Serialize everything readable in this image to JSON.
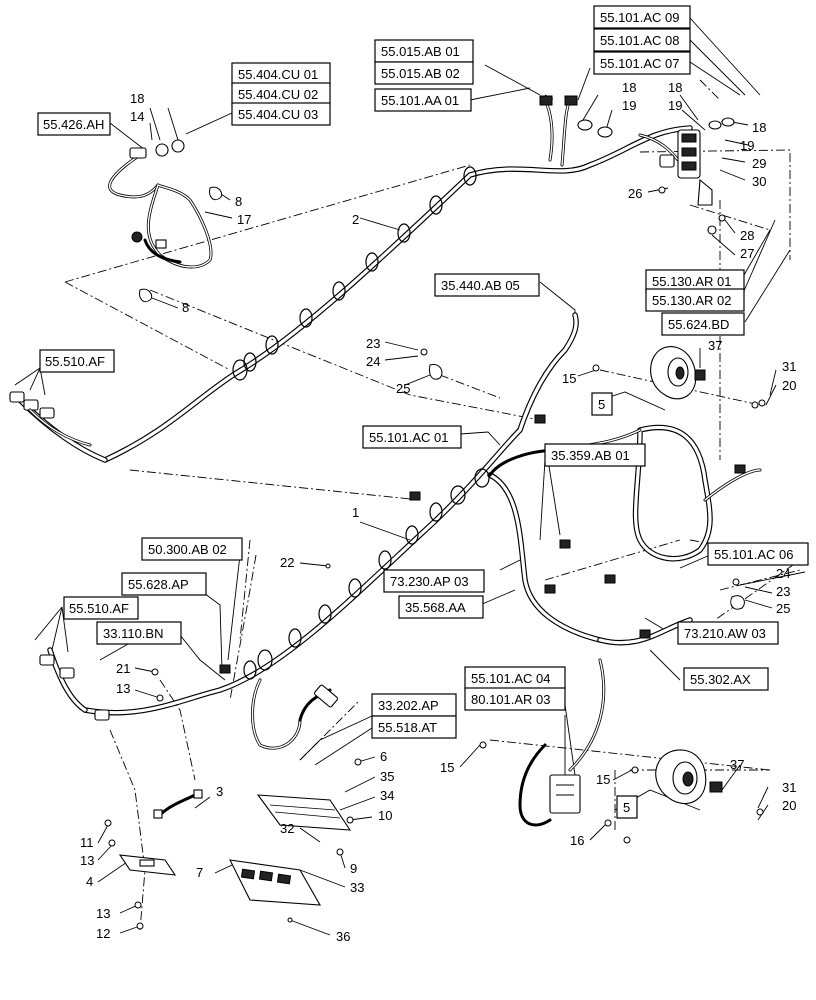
{
  "reference_boxes": [
    {
      "id": "r1",
      "text": "55.101.AC 09"
    },
    {
      "id": "r2",
      "text": "55.101.AC 08"
    },
    {
      "id": "r3",
      "text": "55.101.AC 07"
    },
    {
      "id": "r4",
      "text": "55.015.AB 01"
    },
    {
      "id": "r5",
      "text": "55.015.AB 02"
    },
    {
      "id": "r6",
      "text": "55.101.AA 01"
    },
    {
      "id": "r7",
      "text": "55.404.CU 01"
    },
    {
      "id": "r8",
      "text": "55.404.CU 02"
    },
    {
      "id": "r9",
      "text": "55.404.CU 03"
    },
    {
      "id": "r10",
      "text": "55.426.AH"
    },
    {
      "id": "r11",
      "text": "55.130.AR 01"
    },
    {
      "id": "r12",
      "text": "55.130.AR 02"
    },
    {
      "id": "r13",
      "text": "55.624.BD"
    },
    {
      "id": "r14",
      "text": "35.440.AB 05"
    },
    {
      "id": "r15",
      "text": "55.510.AF"
    },
    {
      "id": "r16",
      "text": "5"
    },
    {
      "id": "r17",
      "text": "55.101.AC 01"
    },
    {
      "id": "r18",
      "text": "35.359.AB 01"
    },
    {
      "id": "r19",
      "text": "50.300.AB 02"
    },
    {
      "id": "r20",
      "text": "55.101.AC 06"
    },
    {
      "id": "r21",
      "text": "55.628.AP"
    },
    {
      "id": "r22",
      "text": "73.230.AP 03"
    },
    {
      "id": "r23",
      "text": "55.510.AF"
    },
    {
      "id": "r24",
      "text": "35.568.AA"
    },
    {
      "id": "r25",
      "text": "73.210.AW 03"
    },
    {
      "id": "r26",
      "text": "33.110.BN"
    },
    {
      "id": "r27",
      "text": "55.302.AX"
    },
    {
      "id": "r28",
      "text": "55.101.AC 04"
    },
    {
      "id": "r29",
      "text": "80.101.AR 03"
    },
    {
      "id": "r30",
      "text": "33.202.AP"
    },
    {
      "id": "r31",
      "text": "55.518.AT"
    },
    {
      "id": "r32",
      "text": "5"
    }
  ],
  "callouts": [
    {
      "id": "c1",
      "text": "18"
    },
    {
      "id": "c2",
      "text": "14"
    },
    {
      "id": "c3",
      "text": "8"
    },
    {
      "id": "c4",
      "text": "17"
    },
    {
      "id": "c5",
      "text": "8"
    },
    {
      "id": "c6",
      "text": "2"
    },
    {
      "id": "c7",
      "text": "18"
    },
    {
      "id": "c8",
      "text": "19"
    },
    {
      "id": "c9",
      "text": "18"
    },
    {
      "id": "c10",
      "text": "19"
    },
    {
      "id": "c11",
      "text": "18"
    },
    {
      "id": "c12",
      "text": "19"
    },
    {
      "id": "c13",
      "text": "29"
    },
    {
      "id": "c14",
      "text": "30"
    },
    {
      "id": "c15",
      "text": "26"
    },
    {
      "id": "c16",
      "text": "28"
    },
    {
      "id": "c17",
      "text": "27"
    },
    {
      "id": "c18",
      "text": "23"
    },
    {
      "id": "c19",
      "text": "24"
    },
    {
      "id": "c20",
      "text": "25"
    },
    {
      "id": "c21",
      "text": "37"
    },
    {
      "id": "c22",
      "text": "15"
    },
    {
      "id": "c23",
      "text": "31"
    },
    {
      "id": "c24",
      "text": "20"
    },
    {
      "id": "c25",
      "text": "1"
    },
    {
      "id": "c26",
      "text": "22"
    },
    {
      "id": "c27",
      "text": "24"
    },
    {
      "id": "c28",
      "text": "23"
    },
    {
      "id": "c29",
      "text": "25"
    },
    {
      "id": "c30",
      "text": "21"
    },
    {
      "id": "c31",
      "text": "13"
    },
    {
      "id": "c32",
      "text": "3"
    },
    {
      "id": "c33",
      "text": "6"
    },
    {
      "id": "c34",
      "text": "35"
    },
    {
      "id": "c35",
      "text": "34"
    },
    {
      "id": "c36",
      "text": "10"
    },
    {
      "id": "c37",
      "text": "32"
    },
    {
      "id": "c38",
      "text": "9"
    },
    {
      "id": "c39",
      "text": "7"
    },
    {
      "id": "c40",
      "text": "33"
    },
    {
      "id": "c41",
      "text": "36"
    },
    {
      "id": "c42",
      "text": "11"
    },
    {
      "id": "c43",
      "text": "13"
    },
    {
      "id": "c44",
      "text": "4"
    },
    {
      "id": "c45",
      "text": "13"
    },
    {
      "id": "c46",
      "text": "12"
    },
    {
      "id": "c47",
      "text": "15"
    },
    {
      "id": "c48",
      "text": "15"
    },
    {
      "id": "c49",
      "text": "37"
    },
    {
      "id": "c50",
      "text": "16"
    },
    {
      "id": "c51",
      "text": "31"
    },
    {
      "id": "c52",
      "text": "20"
    }
  ]
}
